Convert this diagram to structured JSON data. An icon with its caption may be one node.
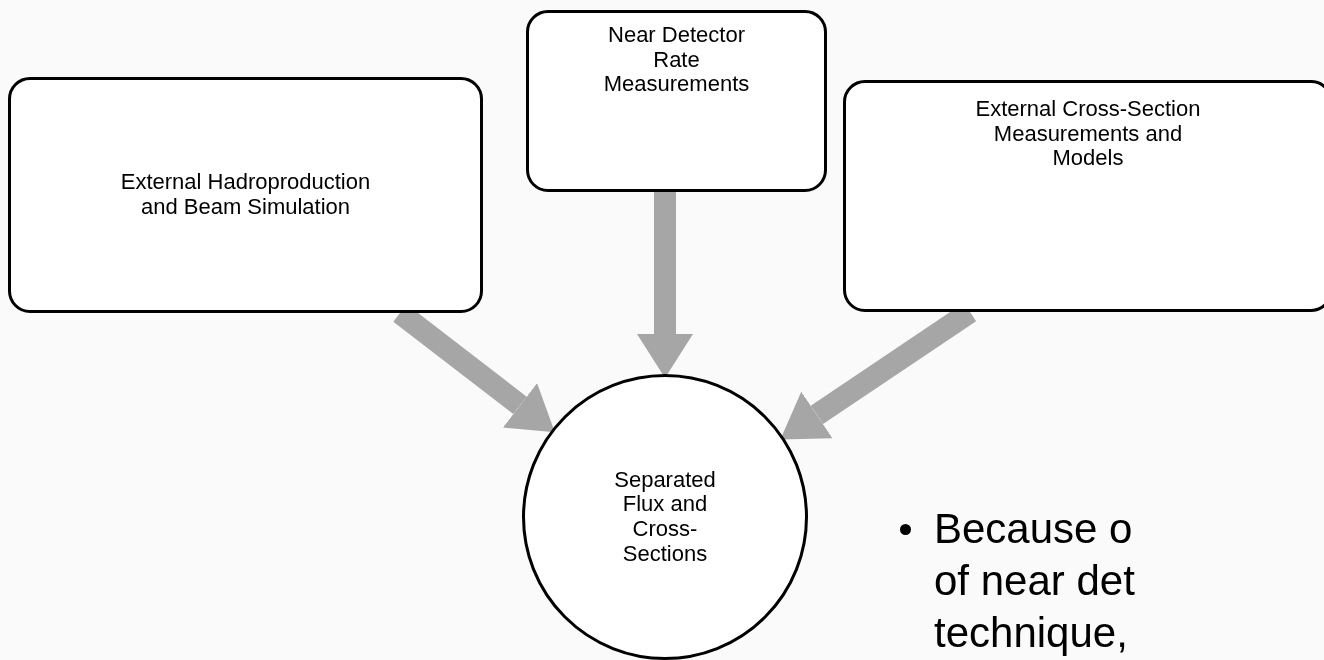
{
  "diagram": {
    "nodes": [
      {
        "text": [
          "External Hadroproduction and Beam Simulation"
        ]
      },
      {
        "text": [
          "Near Detector Rate Measurements"
        ]
      },
      {
        "text": [
          "External Cross-Section Measurements and Models"
        ]
      },
      {
        "text": [
          "Separated Flux and Cross-Sections"
        ]
      }
    ],
    "edges": [
      {
        "from": 0,
        "to": 3,
        "arrow": "to"
      },
      {
        "from": 1,
        "to": 3,
        "arrow": "to"
      },
      {
        "from": 2,
        "to": 3,
        "arrow": "to"
      }
    ],
    "labels": [
      "Because o",
      "of near det",
      "technique,"
    ]
  }
}
